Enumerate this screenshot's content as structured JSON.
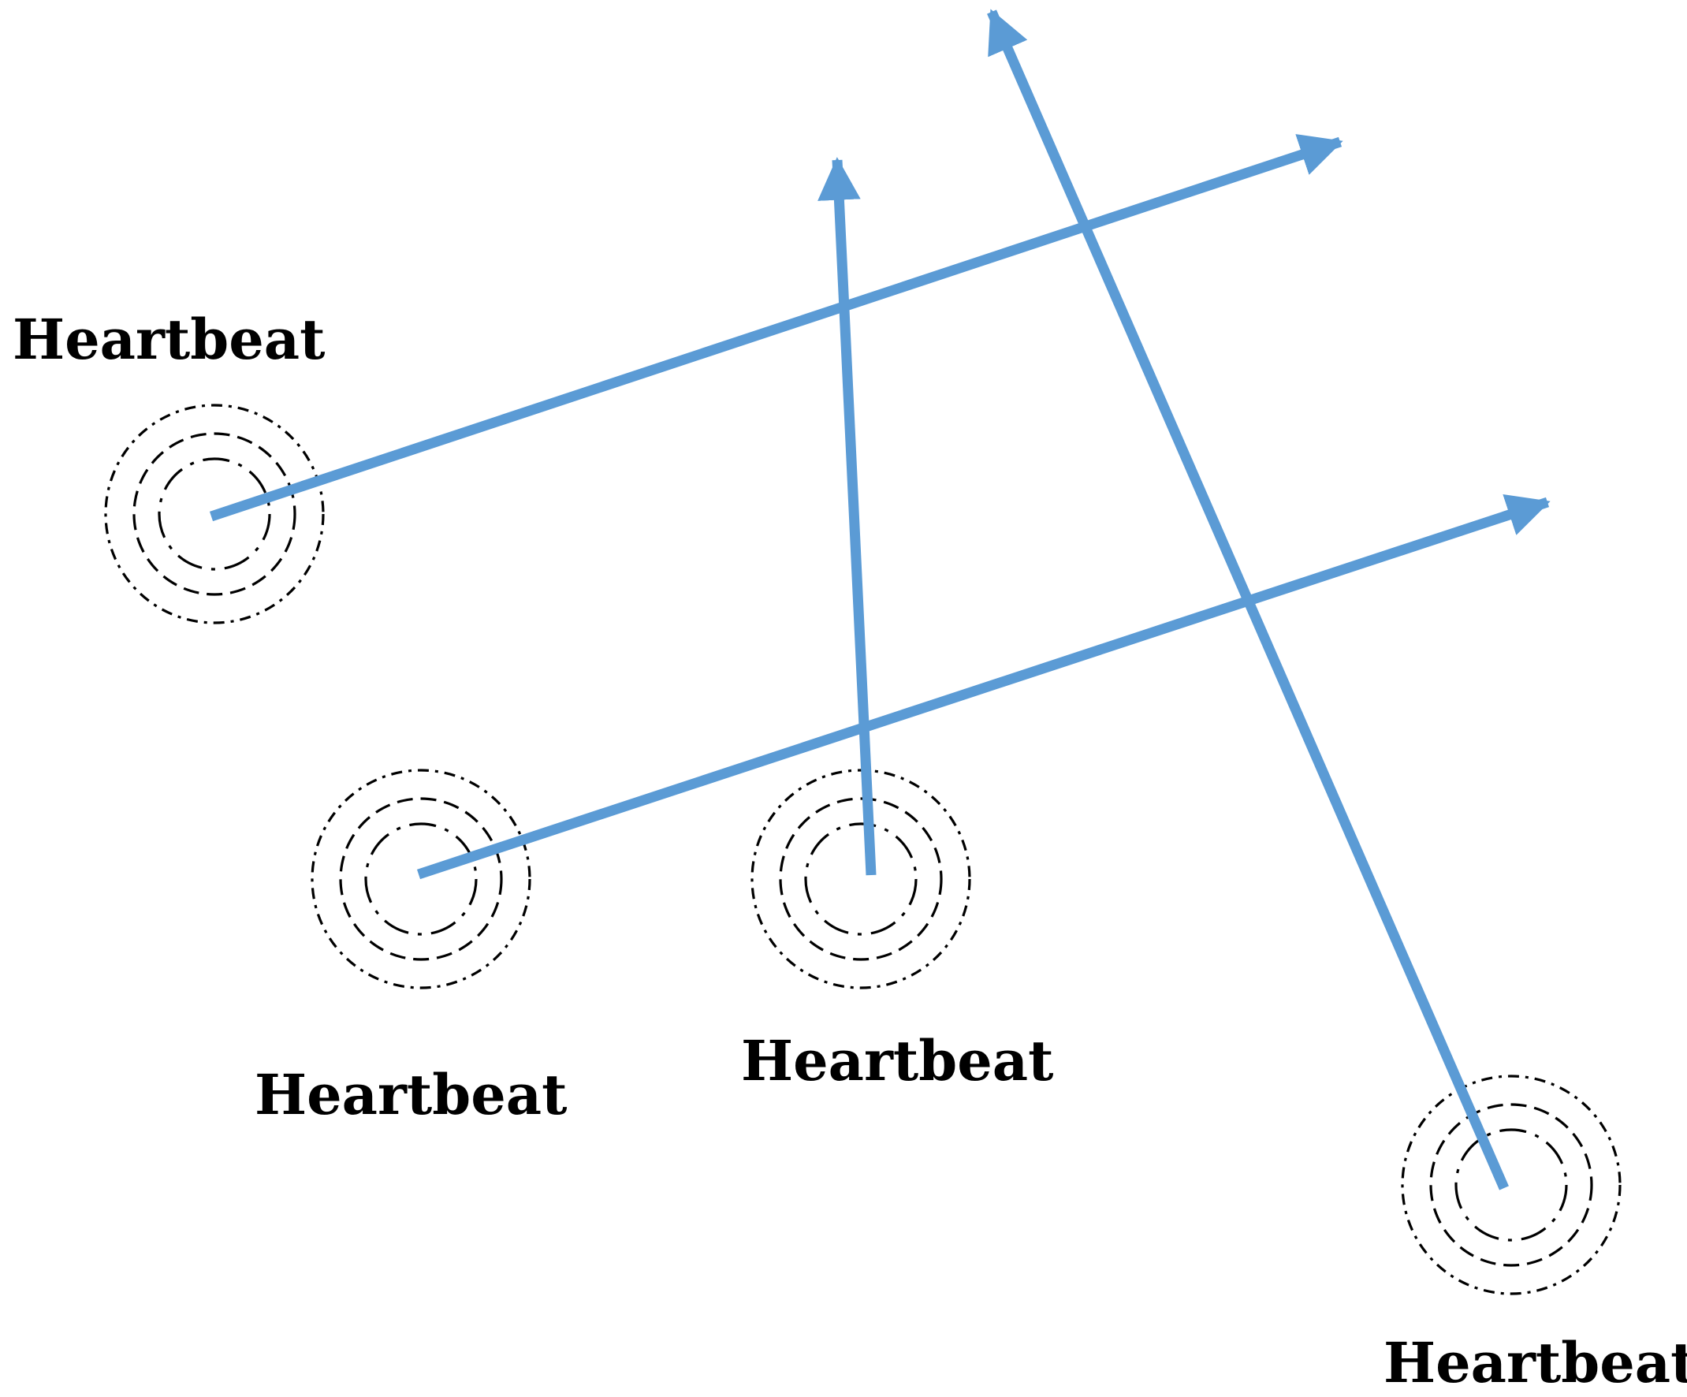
{
  "diagram": {
    "arrow_color": "#5B9BD5",
    "node_icon": "concentric-dashed-rings-icon",
    "nodes": [
      {
        "id": "node-1",
        "label": "Heartbeat"
      },
      {
        "id": "node-2",
        "label": "Heartbeat"
      },
      {
        "id": "node-3",
        "label": "Heartbeat"
      },
      {
        "id": "node-4",
        "label": "Heartbeat"
      }
    ],
    "arrows": [
      {
        "id": "arrow-1",
        "from": "node-1"
      },
      {
        "id": "arrow-2",
        "from": "node-2"
      },
      {
        "id": "arrow-3",
        "from": "node-3"
      },
      {
        "id": "arrow-4",
        "from": "node-4"
      }
    ]
  }
}
